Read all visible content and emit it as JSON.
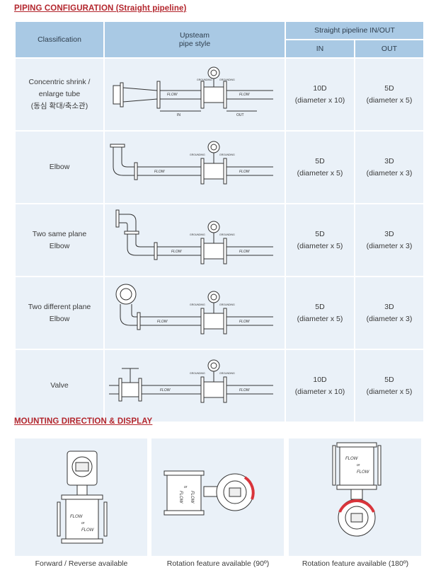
{
  "titles": {
    "piping": "PIPING CONFIGURATION (Straight pipeline)",
    "mounting": "MOUNTING DIRECTION & DISPLAY"
  },
  "table": {
    "headers": {
      "classification": "Classification",
      "upstream_line1": "Upsteam",
      "upstream_line2": "pipe style",
      "straight": "Straight pipeline IN/OUT",
      "in": "IN",
      "out": "OUT"
    },
    "rows": [
      {
        "classification": [
          "Concentric shrink /",
          "enlarge tube",
          "(동심 확대/축소관)"
        ],
        "in": [
          "10D",
          "(diameter x 10)"
        ],
        "out": [
          "5D",
          "(diameter x 5)"
        ]
      },
      {
        "classification": [
          "Elbow"
        ],
        "in": [
          "5D",
          "(diameter x 5)"
        ],
        "out": [
          "3D",
          "(diameter x 3)"
        ]
      },
      {
        "classification": [
          "Two same plane",
          "Elbow"
        ],
        "in": [
          "5D",
          "(diameter x 5)"
        ],
        "out": [
          "3D",
          "(diameter x 3)"
        ]
      },
      {
        "classification": [
          "Two different plane",
          "Elbow"
        ],
        "in": [
          "5D",
          "(diameter x 5)"
        ],
        "out": [
          "3D",
          "(diameter x 3)"
        ]
      },
      {
        "classification": [
          "Valve"
        ],
        "in": [
          "10D",
          "(diameter x 10)"
        ],
        "out": [
          "5D",
          "(diameter x 5)"
        ]
      }
    ],
    "diagram_labels": {
      "flow": "FLOW",
      "grounding": "GROUNDING",
      "in": "IN",
      "out": "OUT",
      "or": "or"
    }
  },
  "mounting": {
    "captions": [
      "Forward / Reverse available",
      "Rotation feature available (90º)",
      "Rotation feature available (180º)"
    ]
  }
}
